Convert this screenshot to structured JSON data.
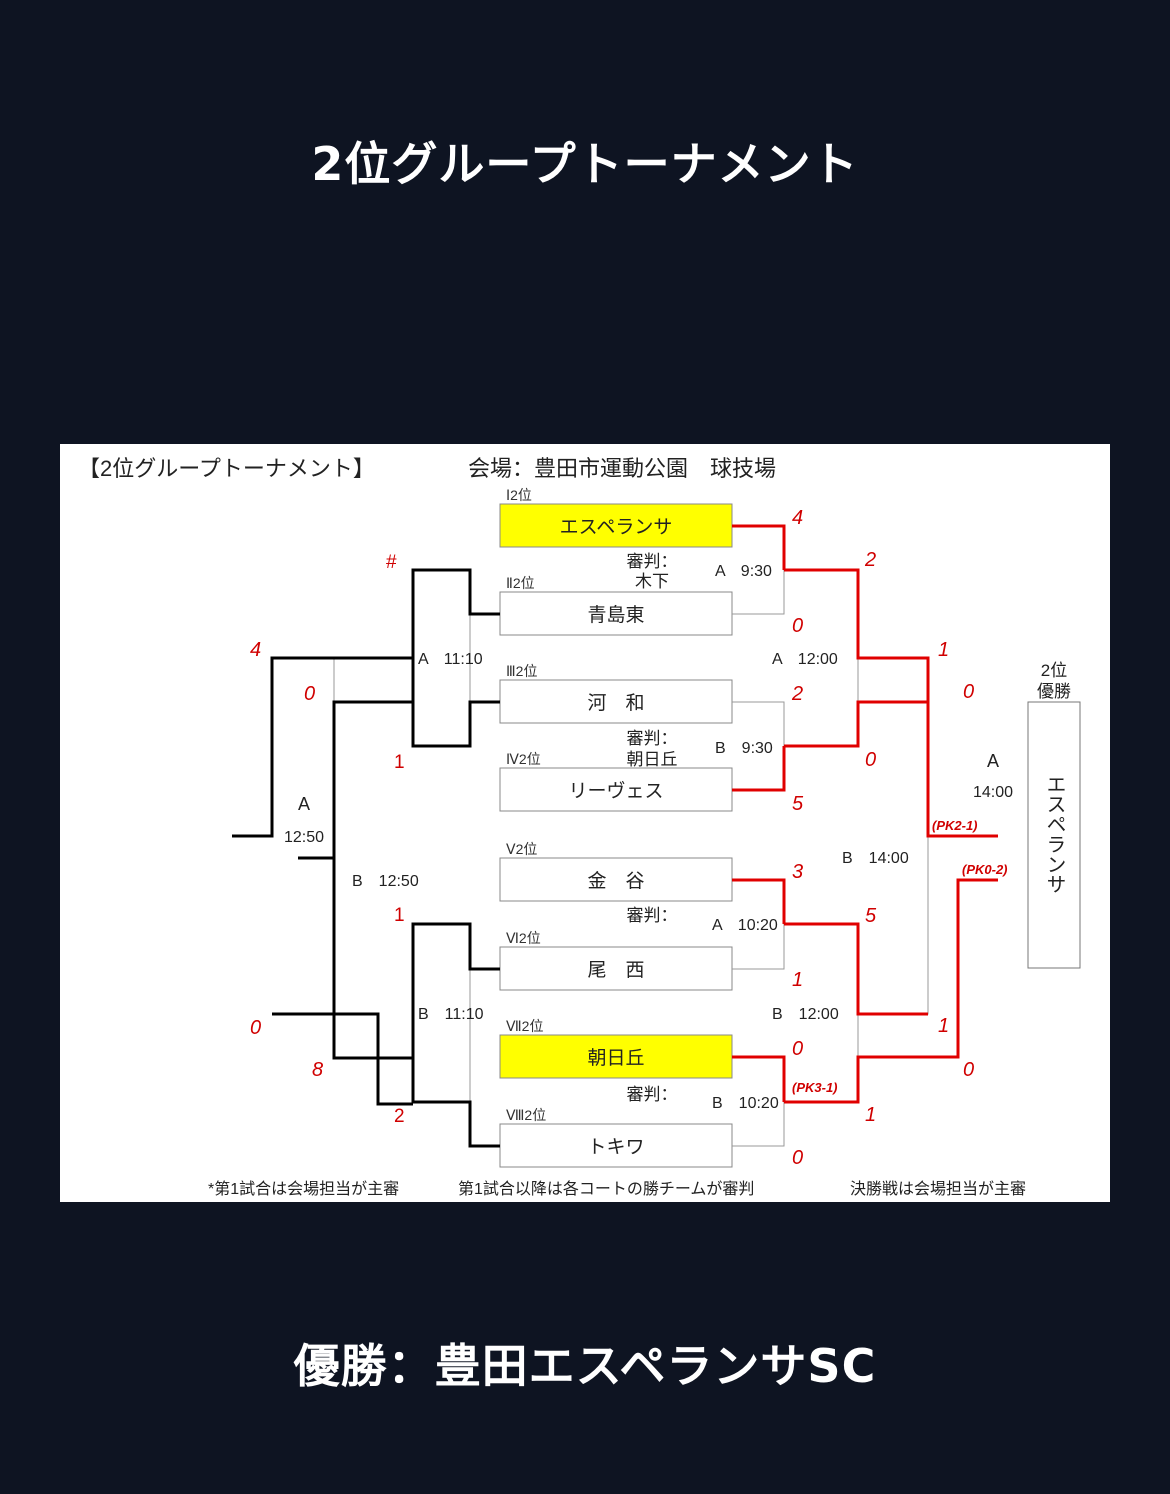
{
  "page_title": "2位グループトーナメント",
  "footer_caption": "優勝：豊田エスペランサSC",
  "bracket": {
    "header_title": "【2位グループトーナメント】",
    "venue": "会場：豊田市運動公園　球技場",
    "teams": [
      {
        "seed": "Ⅰ2位",
        "name": "エスペランサ",
        "highlight": true
      },
      {
        "seed": "Ⅱ2位",
        "name": "青島東",
        "highlight": false
      },
      {
        "seed": "Ⅲ2位",
        "name": "河　和",
        "highlight": false
      },
      {
        "seed": "Ⅳ2位",
        "name": "リーヴェス",
        "highlight": false
      },
      {
        "seed": "Ⅴ2位",
        "name": "金　谷",
        "highlight": false
      },
      {
        "seed": "Ⅵ2位",
        "name": "尾　西",
        "highlight": false
      },
      {
        "seed": "Ⅶ2位",
        "name": "朝日丘",
        "highlight": true
      },
      {
        "seed": "Ⅷ2位",
        "name": "トキワ",
        "highlight": false
      }
    ],
    "referee_label": "審判：",
    "referees": {
      "m1": "木下",
      "m2": "朝日丘",
      "m3": "",
      "m4": ""
    },
    "times": {
      "m1": "A　9:30",
      "m2": "B　9:30",
      "m3": "A　10:20",
      "m4": "B　10:20",
      "sf1": "A　12:00",
      "sf2": "B　12:00",
      "final_court": "A",
      "final_time": "14:00",
      "b1400": "B　14:00",
      "l_a1110": "A　11:10",
      "l_b1110": "B　11:10",
      "l_a1250_court": "A",
      "l_a1250_time": "12:50",
      "l_b1250": "B　12:50"
    },
    "scores": {
      "m1_top": "4",
      "m1_bot": "0",
      "m2_top": "2",
      "m2_bot": "5",
      "m3_top": "3",
      "m3_bot": "1",
      "m4_top": "0",
      "m4_bot": "0",
      "m4_pk": "(PK3-1)",
      "sf1_top": "2",
      "sf1_bot": "0",
      "sf2_top": "5",
      "sf2_bot": "1",
      "fin_top": "1",
      "fin_bot": "0",
      "fin_pk_top": "(PK2-1)",
      "fin_pk_bot": "(PK0-2)",
      "fin_right_top": "1",
      "fin_right_bot": "0",
      "l_hash": "#",
      "l_1": "1",
      "l_1b": "1",
      "l_2": "2",
      "l_4": "4",
      "l_0a": "0",
      "l_0b": "0",
      "l_8": "8"
    },
    "winner_label": "2位\n優勝",
    "winner_label_line1": "2位",
    "winner_label_line2": "優勝",
    "winner_name": "エスペランサ",
    "footnote_1": "*第1試合は会場担当が主審",
    "footnote_2": "第1試合以降は各コートの勝チームが審判",
    "footnote_3": "決勝戦は会場担当が主審",
    "colors": {
      "page_bg": "#0e1422",
      "highlight": "#ffff00",
      "winner_line": "#e00000",
      "loser_line": "#000000"
    }
  }
}
